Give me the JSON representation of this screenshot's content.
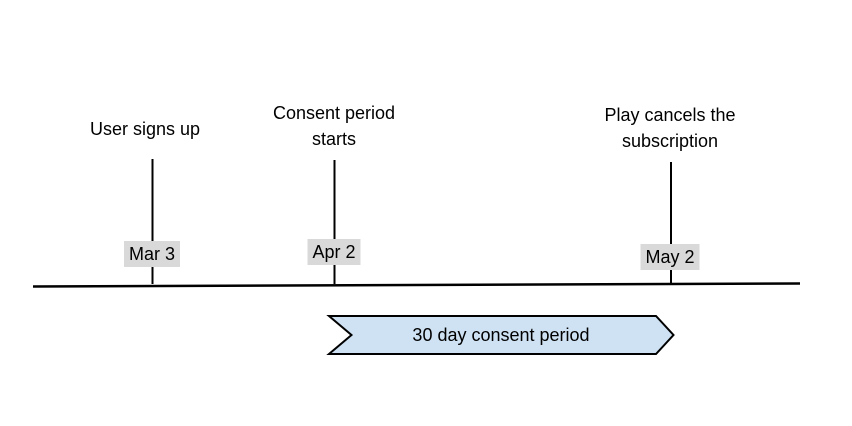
{
  "colors": {
    "background": "#ffffff",
    "line": "#000000",
    "text": "#000000",
    "date_bg": "#d9d9d9",
    "banner_fill": "#cfe2f3",
    "banner_stroke": "#000000"
  },
  "timeline": {
    "events": [
      {
        "label": "User signs up",
        "date": "Mar 3"
      },
      {
        "label": "Consent period\nstarts",
        "date": "Apr 2"
      },
      {
        "label": "Play cancels the\nsubscription",
        "date": "May 2"
      }
    ],
    "banner": {
      "label": "30 day consent period"
    }
  }
}
